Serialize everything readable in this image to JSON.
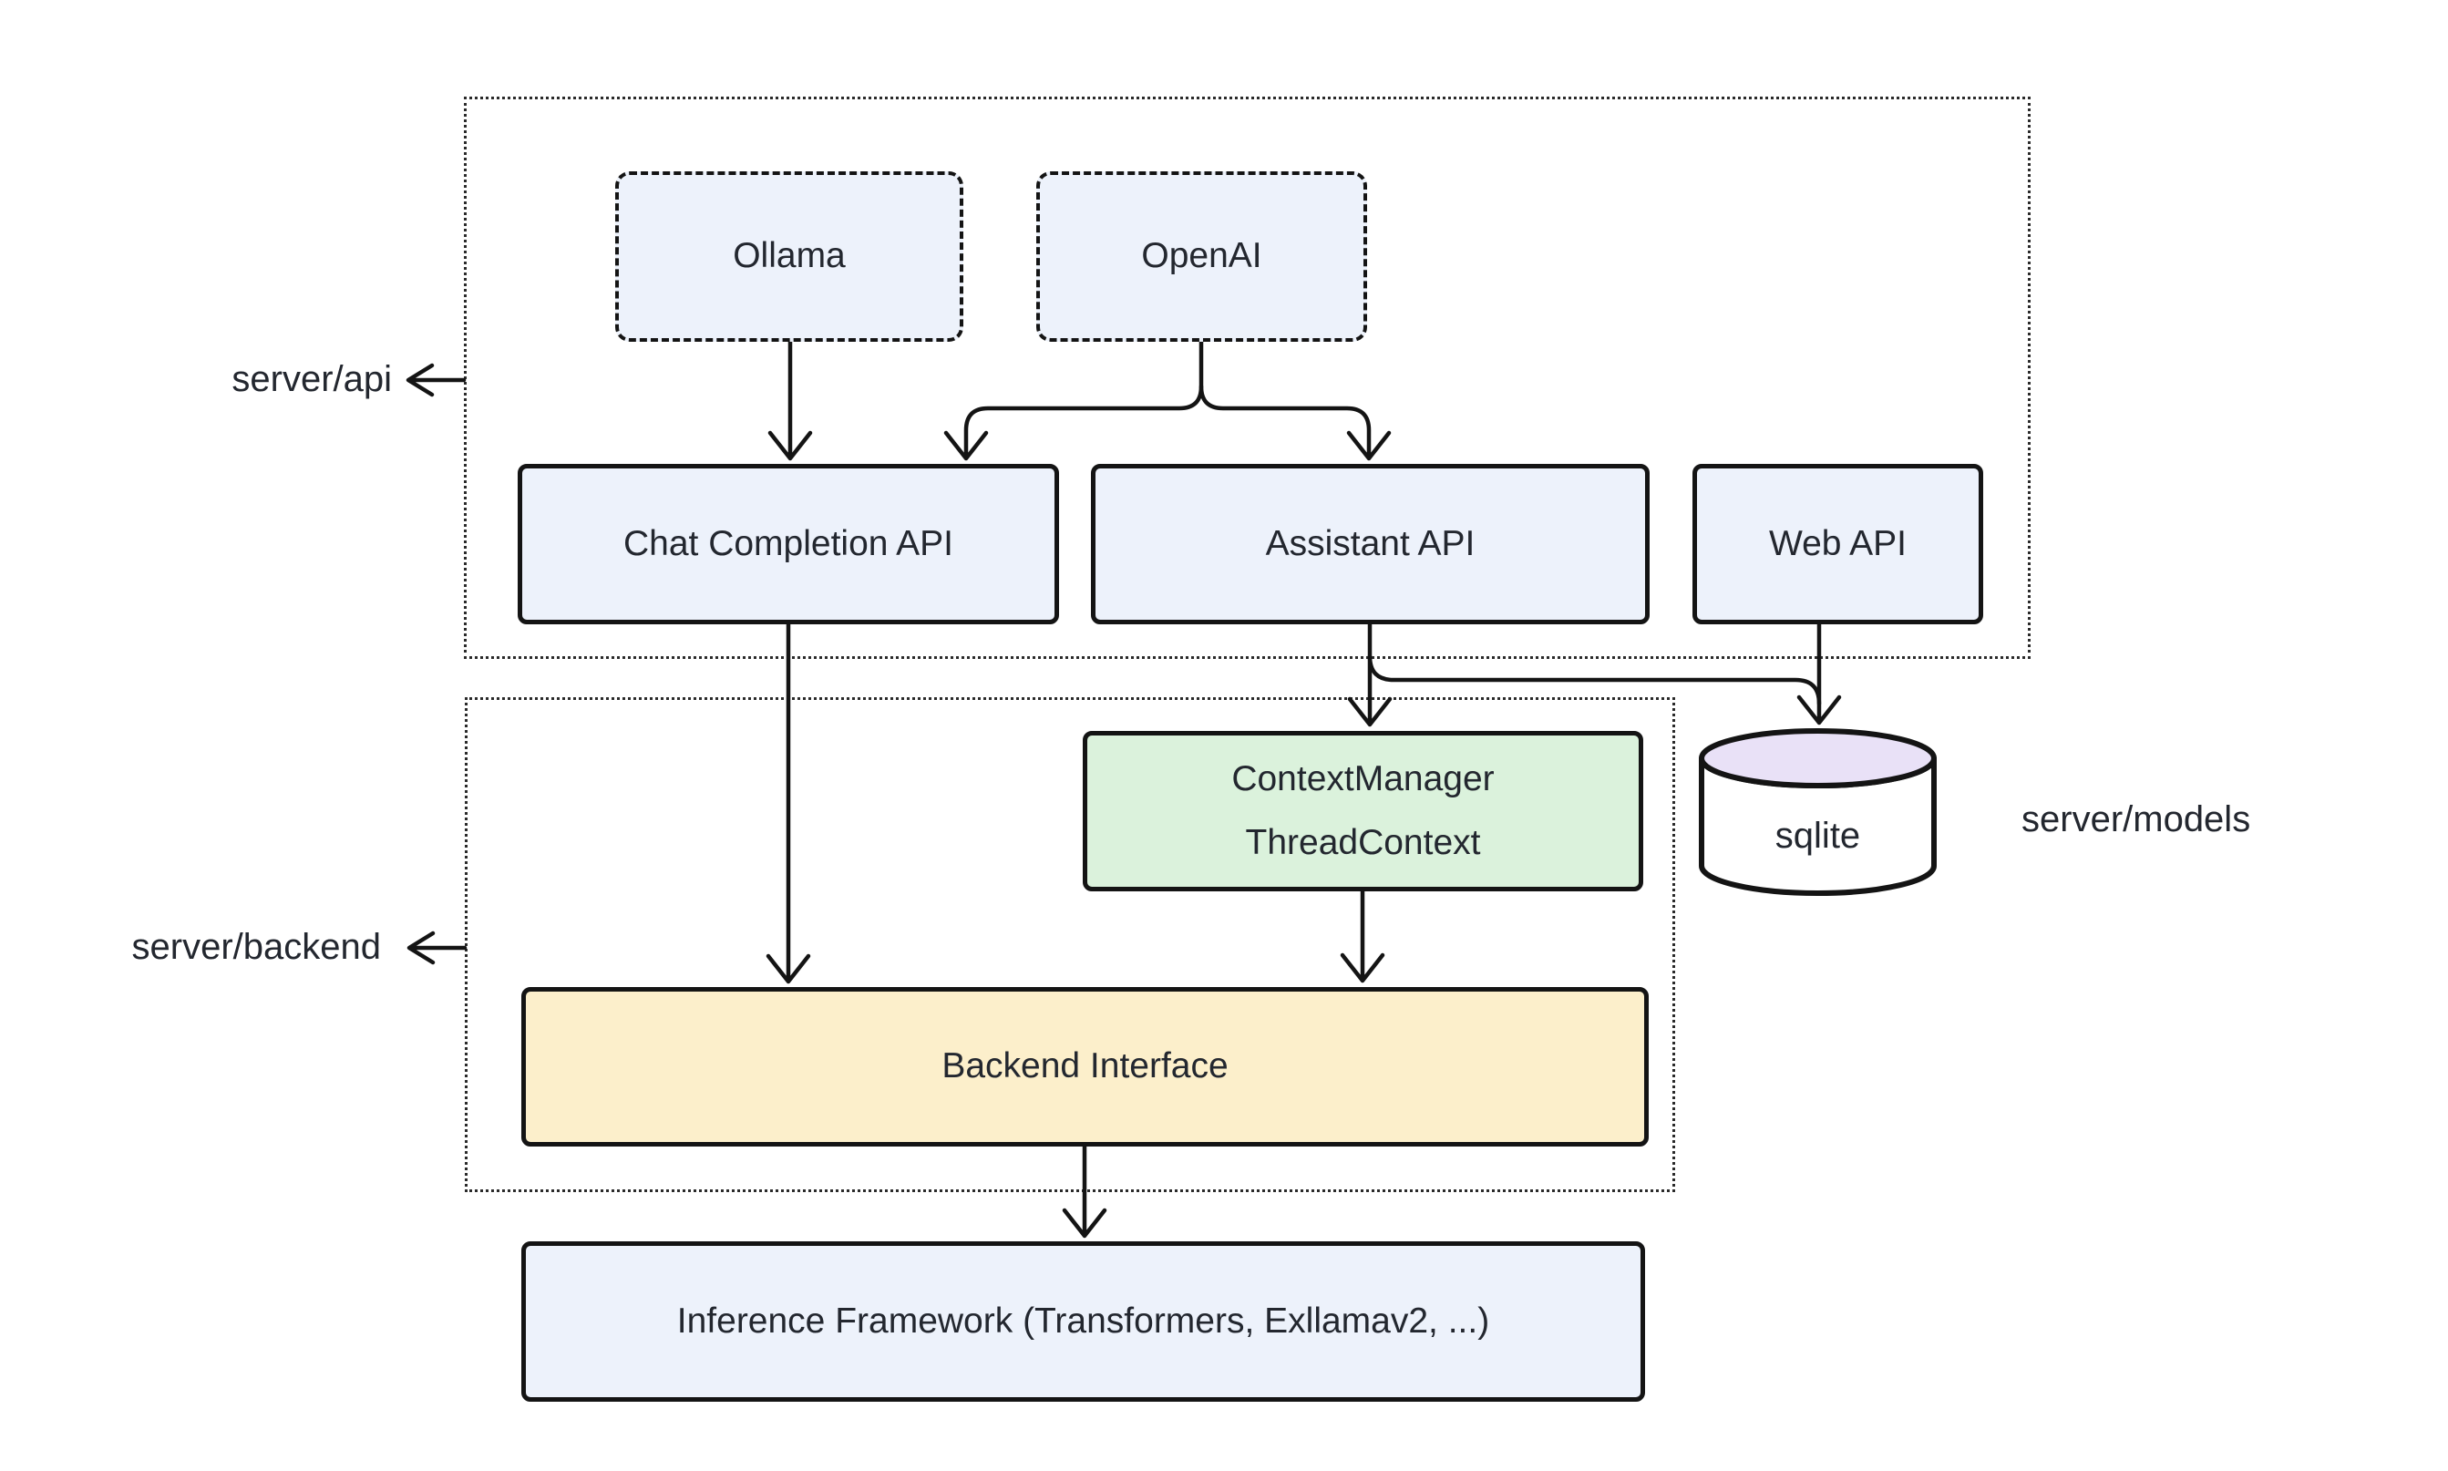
{
  "diagram": {
    "background": "#ffffff",
    "stroke_color": "#141414",
    "text_color": "#23272f",
    "groups": {
      "api": {
        "label": "server/api"
      },
      "backend": {
        "label": "server/backend"
      },
      "models": {
        "label": "server/models"
      }
    },
    "nodes": {
      "ollama": {
        "label": "Ollama",
        "fill": "#edf2fb",
        "border": "dashed"
      },
      "openai": {
        "label": "OpenAI",
        "fill": "#edf2fb",
        "border": "dashed"
      },
      "chat_completion_api": {
        "label": "Chat Completion API",
        "fill": "#edf2fb",
        "border": "solid"
      },
      "assistant_api": {
        "label": "Assistant API",
        "fill": "#edf2fb",
        "border": "solid"
      },
      "web_api": {
        "label": "Web API",
        "fill": "#edf2fb",
        "border": "solid"
      },
      "context_manager": {
        "lines": [
          "ContextManager",
          "ThreadContext"
        ],
        "fill": "#dbf2dc",
        "border": "solid"
      },
      "backend_interface": {
        "label": "Backend Interface",
        "fill": "#fcefcb",
        "border": "solid"
      },
      "inference_framework": {
        "label": "Inference Framework (Transformers, Exllamav2, ...)",
        "fill": "#edf2fb",
        "border": "solid"
      },
      "sqlite": {
        "label": "sqlite",
        "fill": "#e9e1f7",
        "shape": "cylinder"
      }
    },
    "edges": [
      {
        "from": "Ollama",
        "to": "Chat Completion API"
      },
      {
        "from": "OpenAI",
        "to": "Chat Completion API"
      },
      {
        "from": "OpenAI",
        "to": "Assistant API"
      },
      {
        "from": "Chat Completion API",
        "to": "Backend Interface"
      },
      {
        "from": "Assistant API",
        "to": "ContextManager ThreadContext"
      },
      {
        "from": "Assistant API",
        "to": "sqlite"
      },
      {
        "from": "Web API",
        "to": "sqlite"
      },
      {
        "from": "ContextManager ThreadContext",
        "to": "Backend Interface"
      },
      {
        "from": "Backend Interface",
        "to": "Inference Framework (Transformers, Exllamav2, ...)"
      }
    ]
  }
}
